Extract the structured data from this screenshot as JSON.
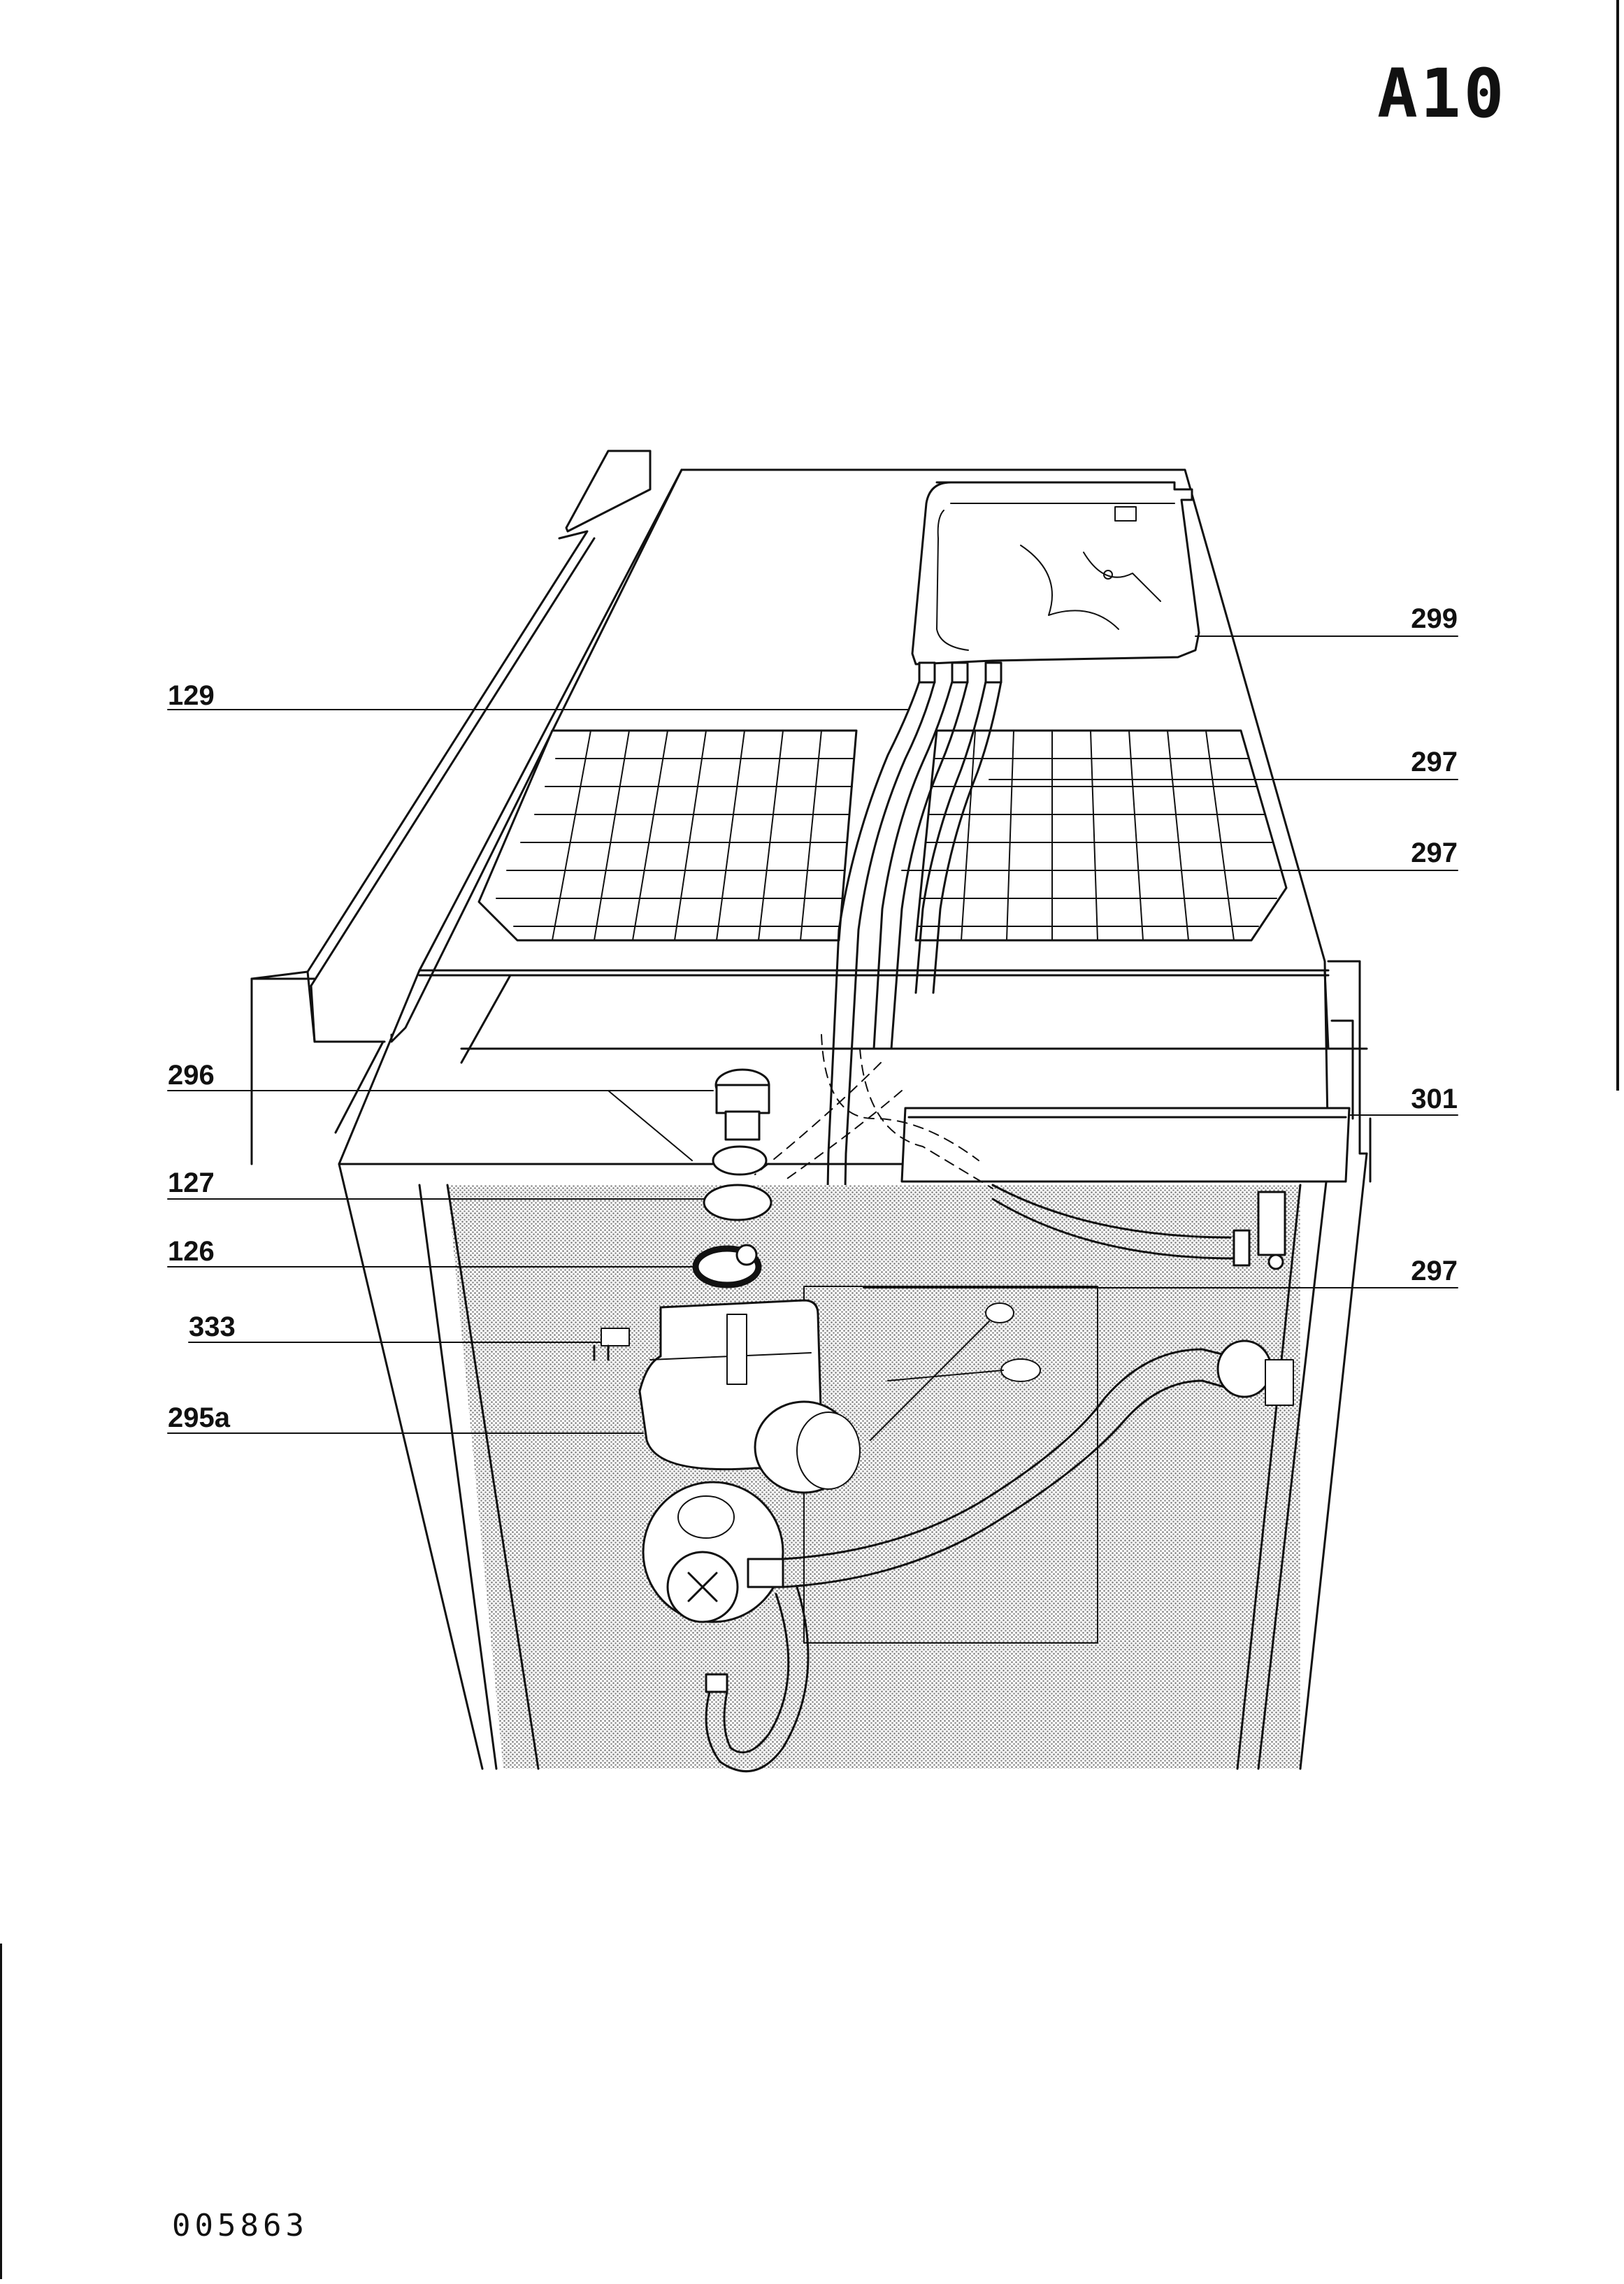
{
  "page": {
    "code": "A10",
    "document_number": "005863"
  },
  "callouts": {
    "c299": "299",
    "c129": "129",
    "c297a": "297",
    "c297b": "297",
    "c296": "296",
    "c301": "301",
    "c127": "127",
    "c126": "126",
    "c297c": "297",
    "c333": "333",
    "c295a": "295a"
  },
  "colors": {
    "line": "#111111",
    "shading": "#9a9a9a",
    "paper": "#ffffff"
  }
}
